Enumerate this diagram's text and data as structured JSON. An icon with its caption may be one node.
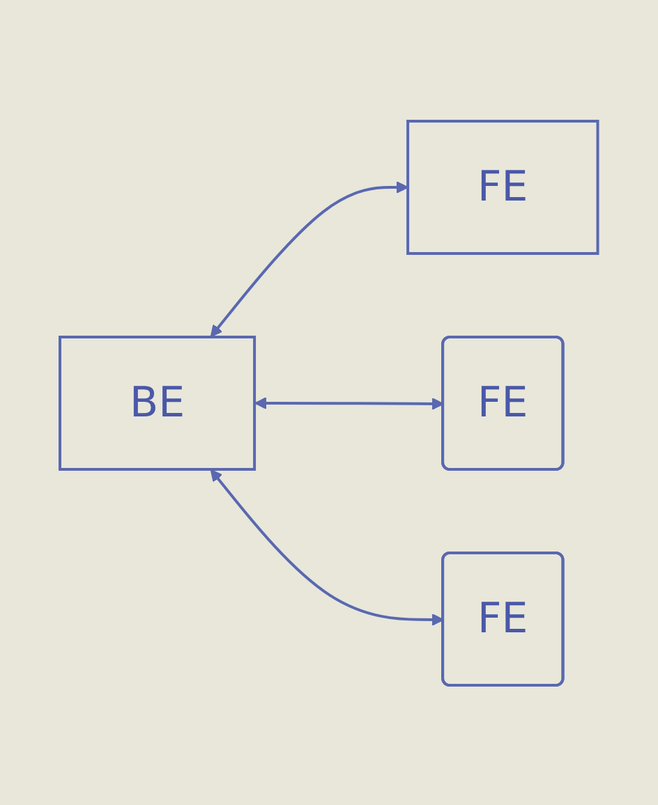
{
  "diagram": {
    "nodes": [
      {
        "text": [
          "BE"
        ]
      },
      {
        "text": [
          "FE"
        ]
      },
      {
        "text": [
          "FE"
        ]
      },
      {
        "text": [
          "FE"
        ]
      }
    ],
    "edges": [
      {
        "from": 0,
        "to": 1,
        "arrow": "both"
      },
      {
        "from": 0,
        "to": 2,
        "arrow": "both"
      },
      {
        "from": 0,
        "to": 3,
        "arrow": "both"
      }
    ]
  }
}
